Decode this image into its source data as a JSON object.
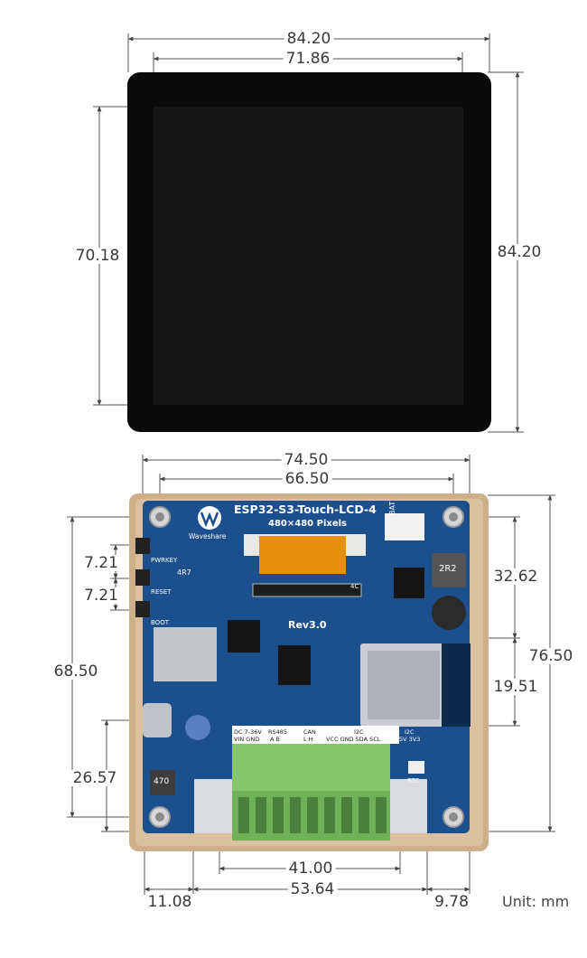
{
  "front_view": {
    "outer_width": "84.20",
    "display_width": "71.86",
    "display_height": "70.18",
    "outer_height": "84.20"
  },
  "back_view": {
    "board_title": "ESP32-S3-Touch-LCD-4",
    "resolution": "480×480 Pixels",
    "revision": "Rev3.0",
    "brand": "Waveshare",
    "bat_label": "BAT",
    "width_outer": "74.50",
    "width_holes": "66.50",
    "height_overall": "68.50",
    "height_right": "76.50",
    "key_pitch_1": "7.21",
    "key_pitch_2": "7.21",
    "module_top": "32.62",
    "module_height": "19.51",
    "usb_offset": "26.57",
    "terminal_width": "41.00",
    "left_offset": "11.08",
    "center_span": "53.64",
    "right_offset": "9.78",
    "unit_label": "Unit: mm",
    "labels": {
      "pwrkey": "PWRKEY",
      "reset": "RESET",
      "boot": "BOOT",
      "inductor1": "2R2",
      "inductor2": "470",
      "cap": "4R7",
      "dc": "DC 7-36V",
      "vin_gnd": "VIN GND",
      "rs485": "RS485",
      "ab": "A    B",
      "can": "CAN",
      "lh": "L    H",
      "i2c": "I2C",
      "i2c_pins": "VCC GND SDA SCL",
      "i2c_sel": "I2C",
      "v_sel": "5V 3V3",
      "rtc": "RTC",
      "fpc": "4C"
    }
  }
}
